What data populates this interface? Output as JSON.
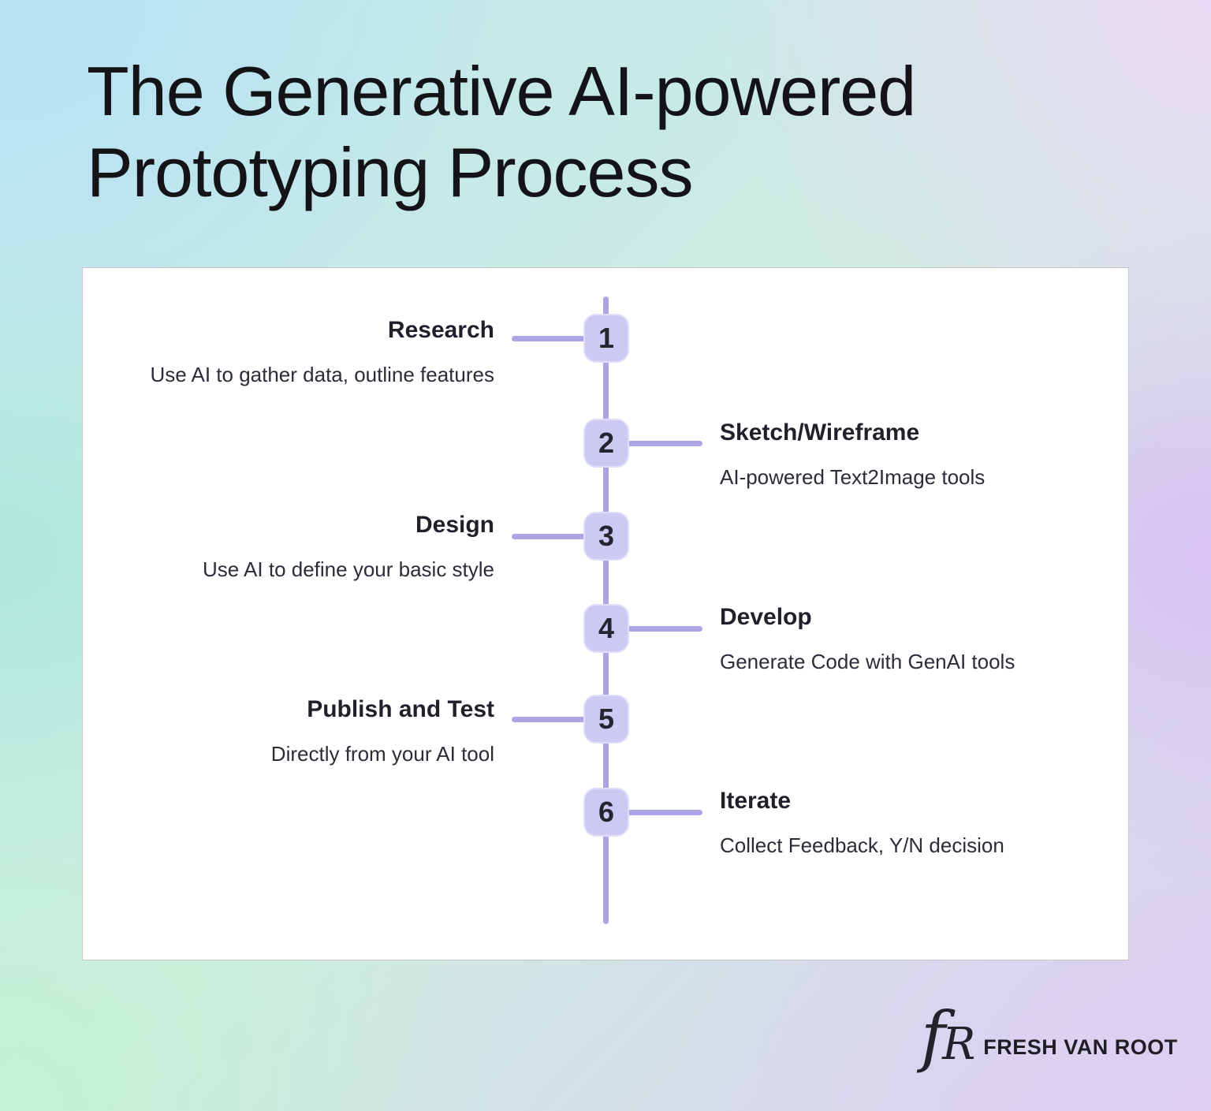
{
  "heading": {
    "line1": "The Generative AI-powered",
    "line2": "Prototyping Process"
  },
  "steps": [
    {
      "number": "1",
      "side": "left",
      "title": "Research",
      "description": "Use AI to gather data, outline features"
    },
    {
      "number": "2",
      "side": "right",
      "title": "Sketch/Wireframe",
      "description": "AI-powered Text2Image tools"
    },
    {
      "number": "3",
      "side": "left",
      "title": "Design",
      "description": "Use AI to define your basic style"
    },
    {
      "number": "4",
      "side": "right",
      "title": "Develop",
      "description": "Generate Code with GenAI tools"
    },
    {
      "number": "5",
      "side": "left",
      "title": "Publish and Test",
      "description": "Directly from your AI tool"
    },
    {
      "number": "6",
      "side": "right",
      "title": "Iterate",
      "description": "Collect Feedback, Y/N decision"
    }
  ],
  "footer": {
    "logo_mark": "fR",
    "brand_name": "FRESH VAN ROOT"
  },
  "colors": {
    "badge_fill": "#ccc9f2",
    "badge_border": "#e0defa",
    "timeline_line": "#aca5e5",
    "badge_number": "#262430",
    "text_dark": "#221f2b",
    "card_background": "#ffffff",
    "gradient_top_left": "#b7e2f3",
    "gradient_top_right": "#ead9f6",
    "gradient_bottom_left": "#c3f0d6",
    "gradient_bottom_right": "#dccff2"
  }
}
